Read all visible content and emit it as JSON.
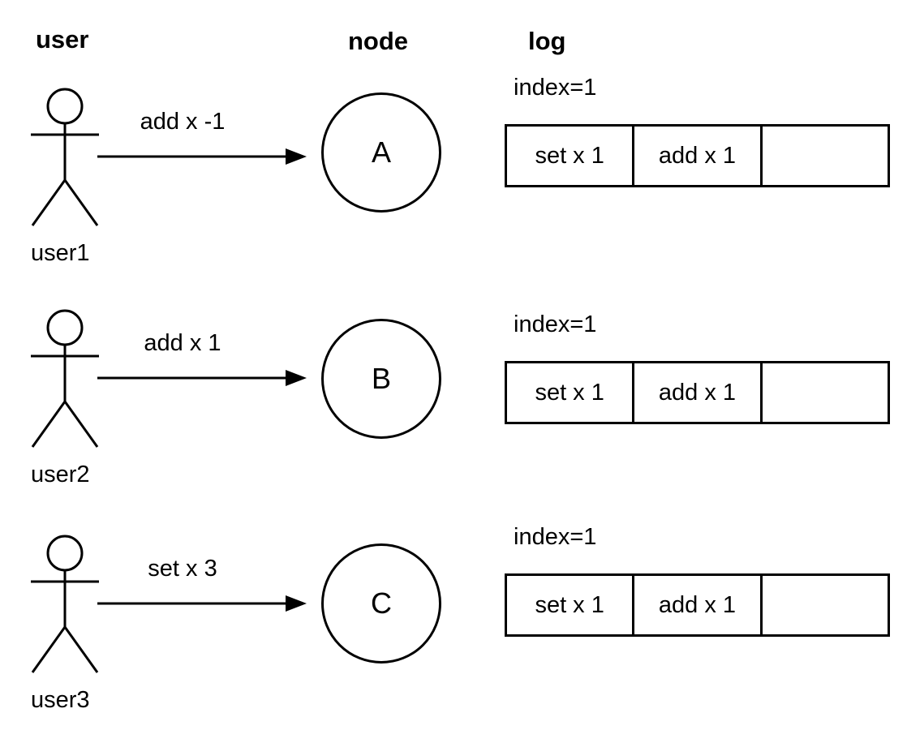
{
  "headers": {
    "user": "user",
    "node": "node",
    "log": "log"
  },
  "rows": [
    {
      "user_label": "user1",
      "command": "add x -1",
      "node_label": "A",
      "log": {
        "index_label": "index=1",
        "cells": [
          "set x 1",
          "add x 1",
          ""
        ]
      }
    },
    {
      "user_label": "user2",
      "command": "add x 1",
      "node_label": "B",
      "log": {
        "index_label": "index=1",
        "cells": [
          "set x 1",
          "add x 1",
          ""
        ]
      }
    },
    {
      "user_label": "user3",
      "command": "set x 3",
      "node_label": "C",
      "log": {
        "index_label": "index=1",
        "cells": [
          "set x 1",
          "add x 1",
          ""
        ]
      }
    }
  ],
  "icons": {
    "user": "stick-figure-icon",
    "command": "arrow-right-icon"
  },
  "colors": {
    "stroke": "#000000",
    "background": "#ffffff"
  }
}
